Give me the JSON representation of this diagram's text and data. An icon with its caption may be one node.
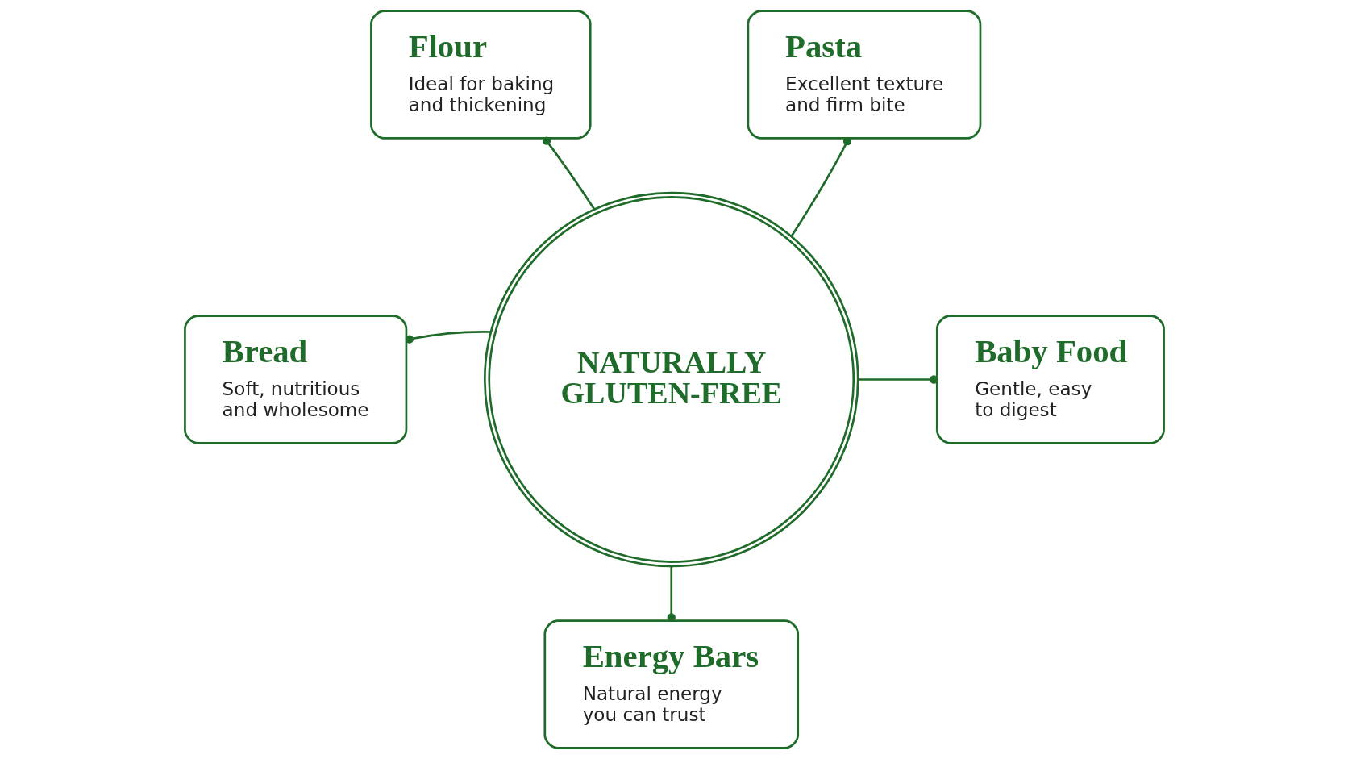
{
  "diagram": {
    "nodes": [
      {
        "text": [
          "Flour",
          "Ideal for baking and thickening"
        ]
      },
      {
        "text": [
          "Pasta",
          "Excellent texture and firm bite"
        ]
      },
      {
        "text": [
          "NATURALLY GLUTEN-FREE"
        ]
      },
      {
        "text": [
          "Bread",
          "Soft, nutritious and wholesome"
        ]
      },
      {
        "text": [
          "Baby Food",
          "Gentle, easy to digest"
        ]
      },
      {
        "text": [
          "Energy Bars",
          "Natural energy you can trust"
        ]
      }
    ],
    "edges": [
      {
        "from": 2,
        "to": 0,
        "arrow": "other"
      },
      {
        "from": 2,
        "to": 1,
        "arrow": "other"
      },
      {
        "from": 2,
        "to": 3,
        "arrow": "other"
      },
      {
        "from": 2,
        "to": 4,
        "arrow": "other"
      },
      {
        "from": 2,
        "to": 5,
        "arrow": "other"
      }
    ]
  }
}
